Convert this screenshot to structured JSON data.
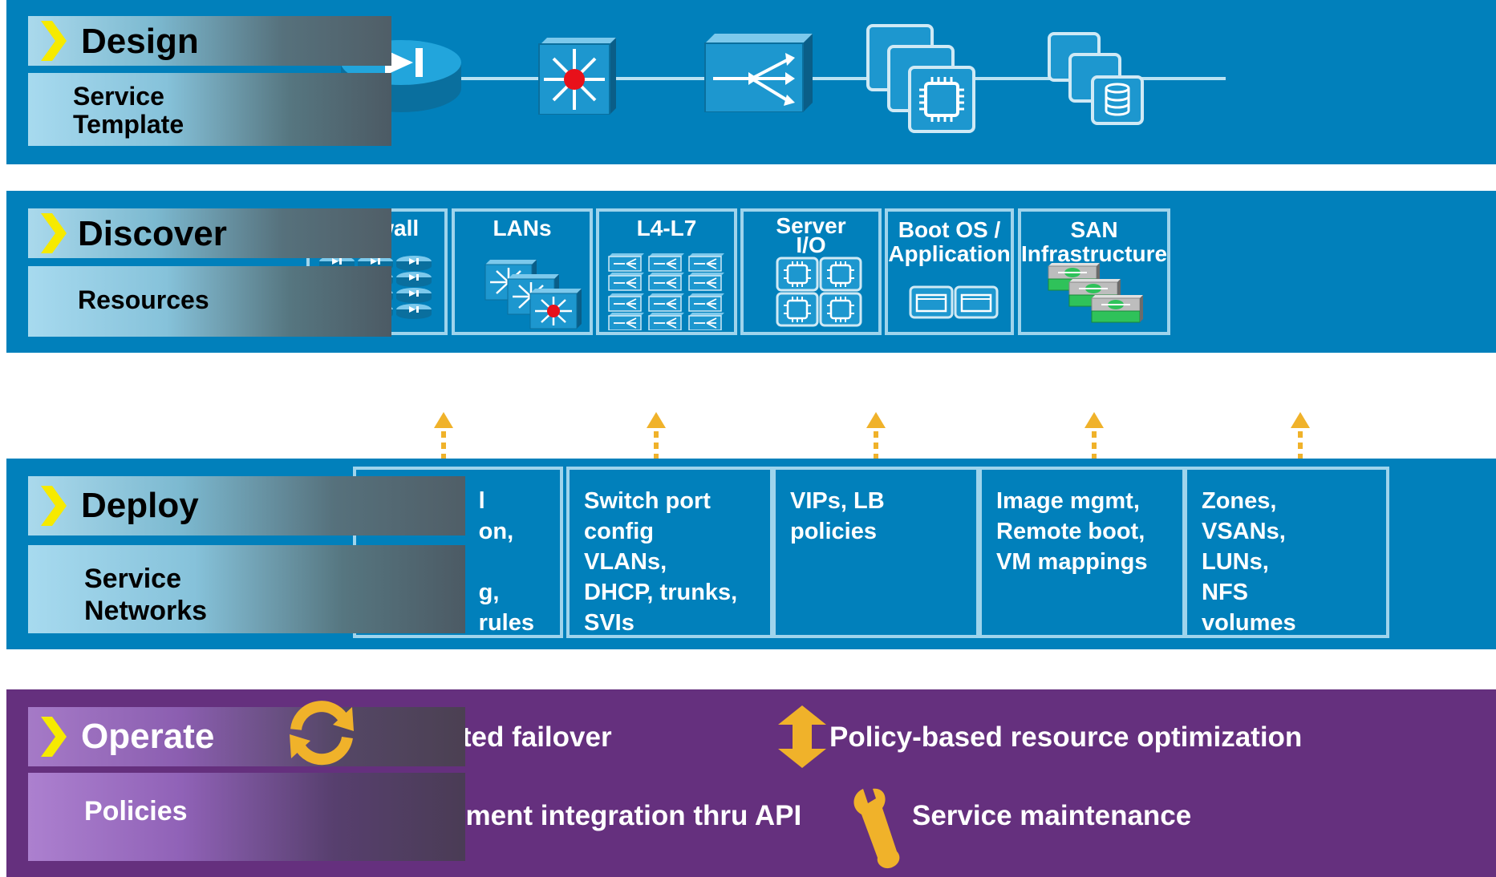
{
  "colors": {
    "band_blue": "#0180bb",
    "band_purple": "#65307e",
    "chevron": "#f6ea00",
    "card_border": "#9fd4ec",
    "arrow_dashed": "#f0b22a",
    "icon_orange": "#f0b22a"
  },
  "design": {
    "title": "Design",
    "subtitle": "Service\nTemplate",
    "icons": [
      "router-icon",
      "multilayer-switch-icon",
      "load-balancer-icon",
      "compute-chips-icon",
      "database-stack-icon"
    ]
  },
  "discover": {
    "title": "Discover",
    "subtitle": "Resources",
    "resources": [
      {
        "label": "Firewall",
        "icon": "firewall-array-icon"
      },
      {
        "label": "LANs",
        "icon": "lan-switch-stack-icon"
      },
      {
        "label": "L4-L7",
        "icon": "l4l7-appliance-grid-icon"
      },
      {
        "label": "Server\nI/O",
        "icon": "server-chip-grid-icon"
      },
      {
        "label": "Boot OS /\nApplication",
        "icon": "boot-os-window-icon"
      },
      {
        "label": "SAN\nInfrastructure",
        "icon": "san-switch-icon"
      }
    ]
  },
  "deploy": {
    "title": "Deploy",
    "subtitle": "Service\nNetworks",
    "cells": [
      {
        "text": "l\non,\n \ng,\nrules"
      },
      {
        "text": "Switch port\nconfig\nVLANs,\nDHCP, trunks,\nSVIs"
      },
      {
        "text": "VIPs, LB\npolicies"
      },
      {
        "text": "Image mgmt,\nRemote boot,\nVM mappings"
      },
      {
        "text": "Zones,\nVSANs,\nLUNs,\n NFS\nvolumes"
      }
    ]
  },
  "operate": {
    "title": "Operate",
    "subtitle": "Policies",
    "items": [
      {
        "text": "nated failover",
        "icon": "refresh-cycle-icon"
      },
      {
        "text": "Policy-based resource optimization",
        "icon": "vertical-double-arrow-icon"
      },
      {
        "text": "ement integration thru API",
        "icon": ""
      },
      {
        "text": "Service maintenance",
        "icon": "wrench-icon"
      }
    ]
  }
}
